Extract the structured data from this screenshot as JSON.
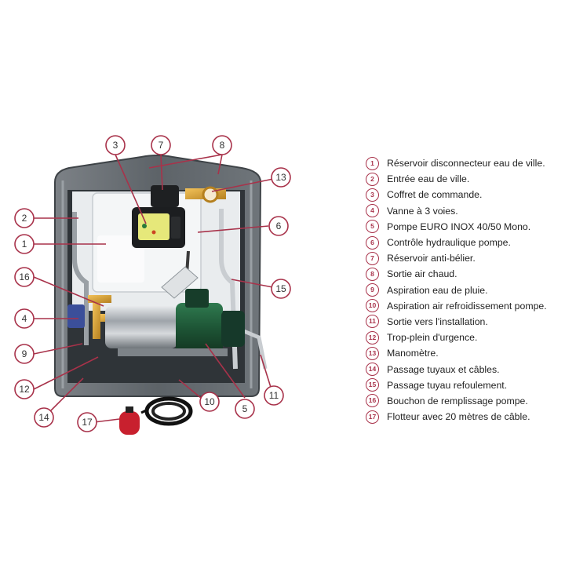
{
  "legend": [
    {
      "n": "1",
      "text": "Réservoir disconnecteur eau de ville."
    },
    {
      "n": "2",
      "text": "Entrée eau de ville."
    },
    {
      "n": "3",
      "text": "Coffret de commande."
    },
    {
      "n": "4",
      "text": "Vanne à 3 voies."
    },
    {
      "n": "5",
      "text": "Pompe EURO INOX 40/50 Mono."
    },
    {
      "n": "6",
      "text": "Contrôle hydraulique pompe."
    },
    {
      "n": "7",
      "text": "Réservoir anti-bélier."
    },
    {
      "n": "8",
      "text": "Sortie air chaud."
    },
    {
      "n": "9",
      "text": "Aspiration eau de pluie."
    },
    {
      "n": "10",
      "text": "Aspiration air refroidissement pompe."
    },
    {
      "n": "11",
      "text": "Sortie vers l'installation."
    },
    {
      "n": "12",
      "text": "Trop-plein d'urgence."
    },
    {
      "n": "13",
      "text": "Manomètre."
    },
    {
      "n": "14",
      "text": "Passage tuyaux et câbles."
    },
    {
      "n": "15",
      "text": "Passage tuyau refoulement."
    },
    {
      "n": "16",
      "text": "Bouchon de remplissage pompe."
    },
    {
      "n": "17",
      "text": "Flotteur avec 20 mètres de câble."
    }
  ],
  "callouts": [
    "1",
    "2",
    "3",
    "4",
    "5",
    "6",
    "7",
    "8",
    "9",
    "10",
    "11",
    "12",
    "13",
    "14",
    "15",
    "16",
    "17"
  ],
  "colors": {
    "accent": "#a8324a",
    "housing": "#5f656b",
    "pump_green": "#1f5a3a",
    "float_red": "#c8202e"
  }
}
